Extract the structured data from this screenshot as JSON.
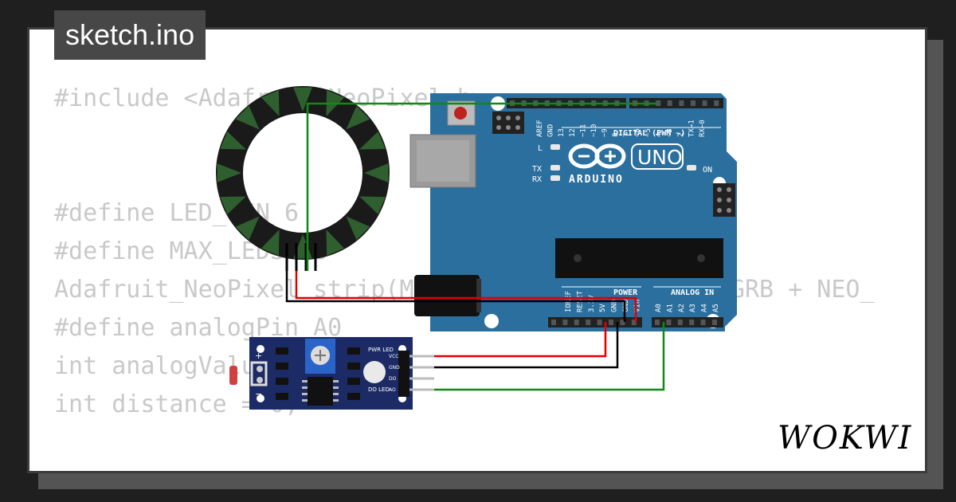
{
  "title": "sketch.ino",
  "brand": "WOKWI",
  "code_lines": [
    "#include <Adafruit_NeoPixel.h>",
    "",
    "",
    "#define LED_PIN 6",
    "#define MAX_LEDS 16",
    "Adafruit_NeoPixel strip(MAX_LEDS, LED_PIN, NEO_GRB + NEO_",
    "#define analogPin A0",
    "int analogValue;",
    "int distance = 0;"
  ],
  "arduino": {
    "model": "UNO",
    "brand": "ARDUINO",
    "digital_header": "DIGITAL (PWM ~)",
    "digital_pins": [
      "AREF",
      "GND",
      "13",
      "12",
      "~11",
      "~10",
      "~9",
      "8",
      "7",
      "~6",
      "~5",
      "4",
      "~3",
      "2",
      "TX→1",
      "RX←0"
    ],
    "power_header": "POWER",
    "power_pins": [
      "IOREF",
      "RESET",
      "3.3V",
      "5V",
      "GND",
      "GND",
      "Vin"
    ],
    "analog_header": "ANALOG IN",
    "analog_pins": [
      "A0",
      "A1",
      "A2",
      "A3",
      "A4",
      "A5"
    ],
    "led_l": "L",
    "led_tx": "TX",
    "led_rx": "RX",
    "led_on": "ON"
  },
  "sensor": {
    "pins": [
      "VCC",
      "GND",
      "DO",
      "AO"
    ],
    "pwr_led": "PWR LED",
    "do_led": "DO LED",
    "plus": "+",
    "minus": "−"
  },
  "colors": {
    "board": "#2b6f9e",
    "wire_red": "#e00000",
    "wire_black": "#000000",
    "wire_green": "#0f8a12",
    "ring": "#1a1a1a",
    "ring_led": "#2f5f2f"
  }
}
